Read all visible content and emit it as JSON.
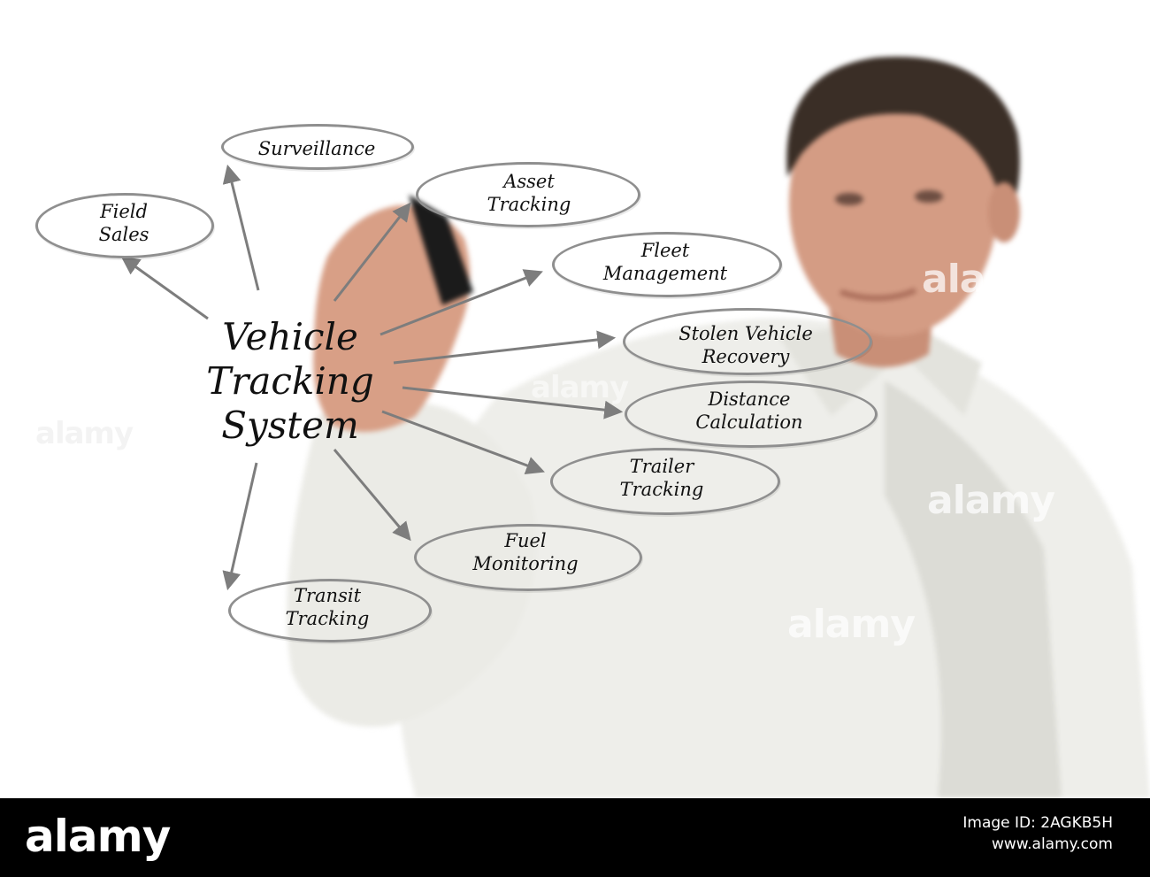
{
  "diagram": {
    "center_label": "Vehicle\nTracking\nSystem",
    "nodes": [
      {
        "id": "field-sales",
        "label": "Field\nSales"
      },
      {
        "id": "surveillance",
        "label": "Surveillance"
      },
      {
        "id": "asset-tracking",
        "label": "Asset\nTracking"
      },
      {
        "id": "fleet-management",
        "label": "Fleet\nManagement"
      },
      {
        "id": "stolen-vehicle-recovery",
        "label": "Stolen Vehicle\nRecovery"
      },
      {
        "id": "distance-calculation",
        "label": "Distance\nCalculation"
      },
      {
        "id": "trailer-tracking",
        "label": "Trailer\nTracking"
      },
      {
        "id": "fuel-monitoring",
        "label": "Fuel\nMonitoring"
      },
      {
        "id": "transit-tracking",
        "label": "Transit\nTracking"
      }
    ]
  },
  "watermarks": [
    "alamy",
    "alamy",
    "alamy",
    "alamy",
    "alamy"
  ],
  "footer": {
    "logo": "alamy",
    "image_id": "Image ID: 2AGKB5H",
    "site": "www.alamy.com"
  },
  "colors": {
    "oval_stroke": "#8f8f8f",
    "arrow": "#7d7d7d",
    "shirt": "#eeeeea",
    "skin": "#d49c84",
    "hair": "#3a2e26",
    "footer_bg": "#000000"
  }
}
